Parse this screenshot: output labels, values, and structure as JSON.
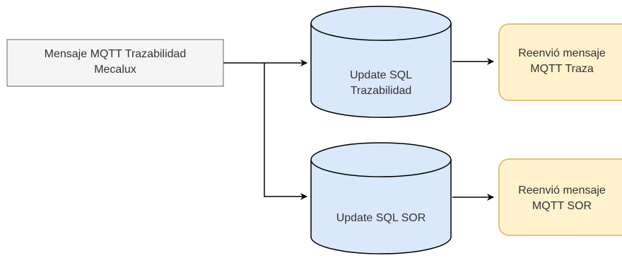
{
  "diagram": {
    "source": {
      "line1": "Mensaje MQTT Trazabilidad",
      "line2": "Mecalux"
    },
    "db_trazabilidad": {
      "line1": "Update SQL",
      "line2": "Trazabilidad"
    },
    "db_sor": {
      "line1": "Update SQL SOR"
    },
    "forward_traza": {
      "line1": "Reenvió mensaje",
      "line2": "MQTT Traza"
    },
    "forward_sor": {
      "line1": "Reenvió mensaje",
      "line2": "MQTT SOR"
    }
  },
  "colors": {
    "source_fill": "#f5f5f5",
    "source_stroke": "#666666",
    "db_fill": "#dae8fc",
    "db_stroke": "#000000",
    "forward_fill": "#fff2cc",
    "forward_stroke": "#d6b656",
    "edge": "#000000",
    "text": "#333333"
  }
}
